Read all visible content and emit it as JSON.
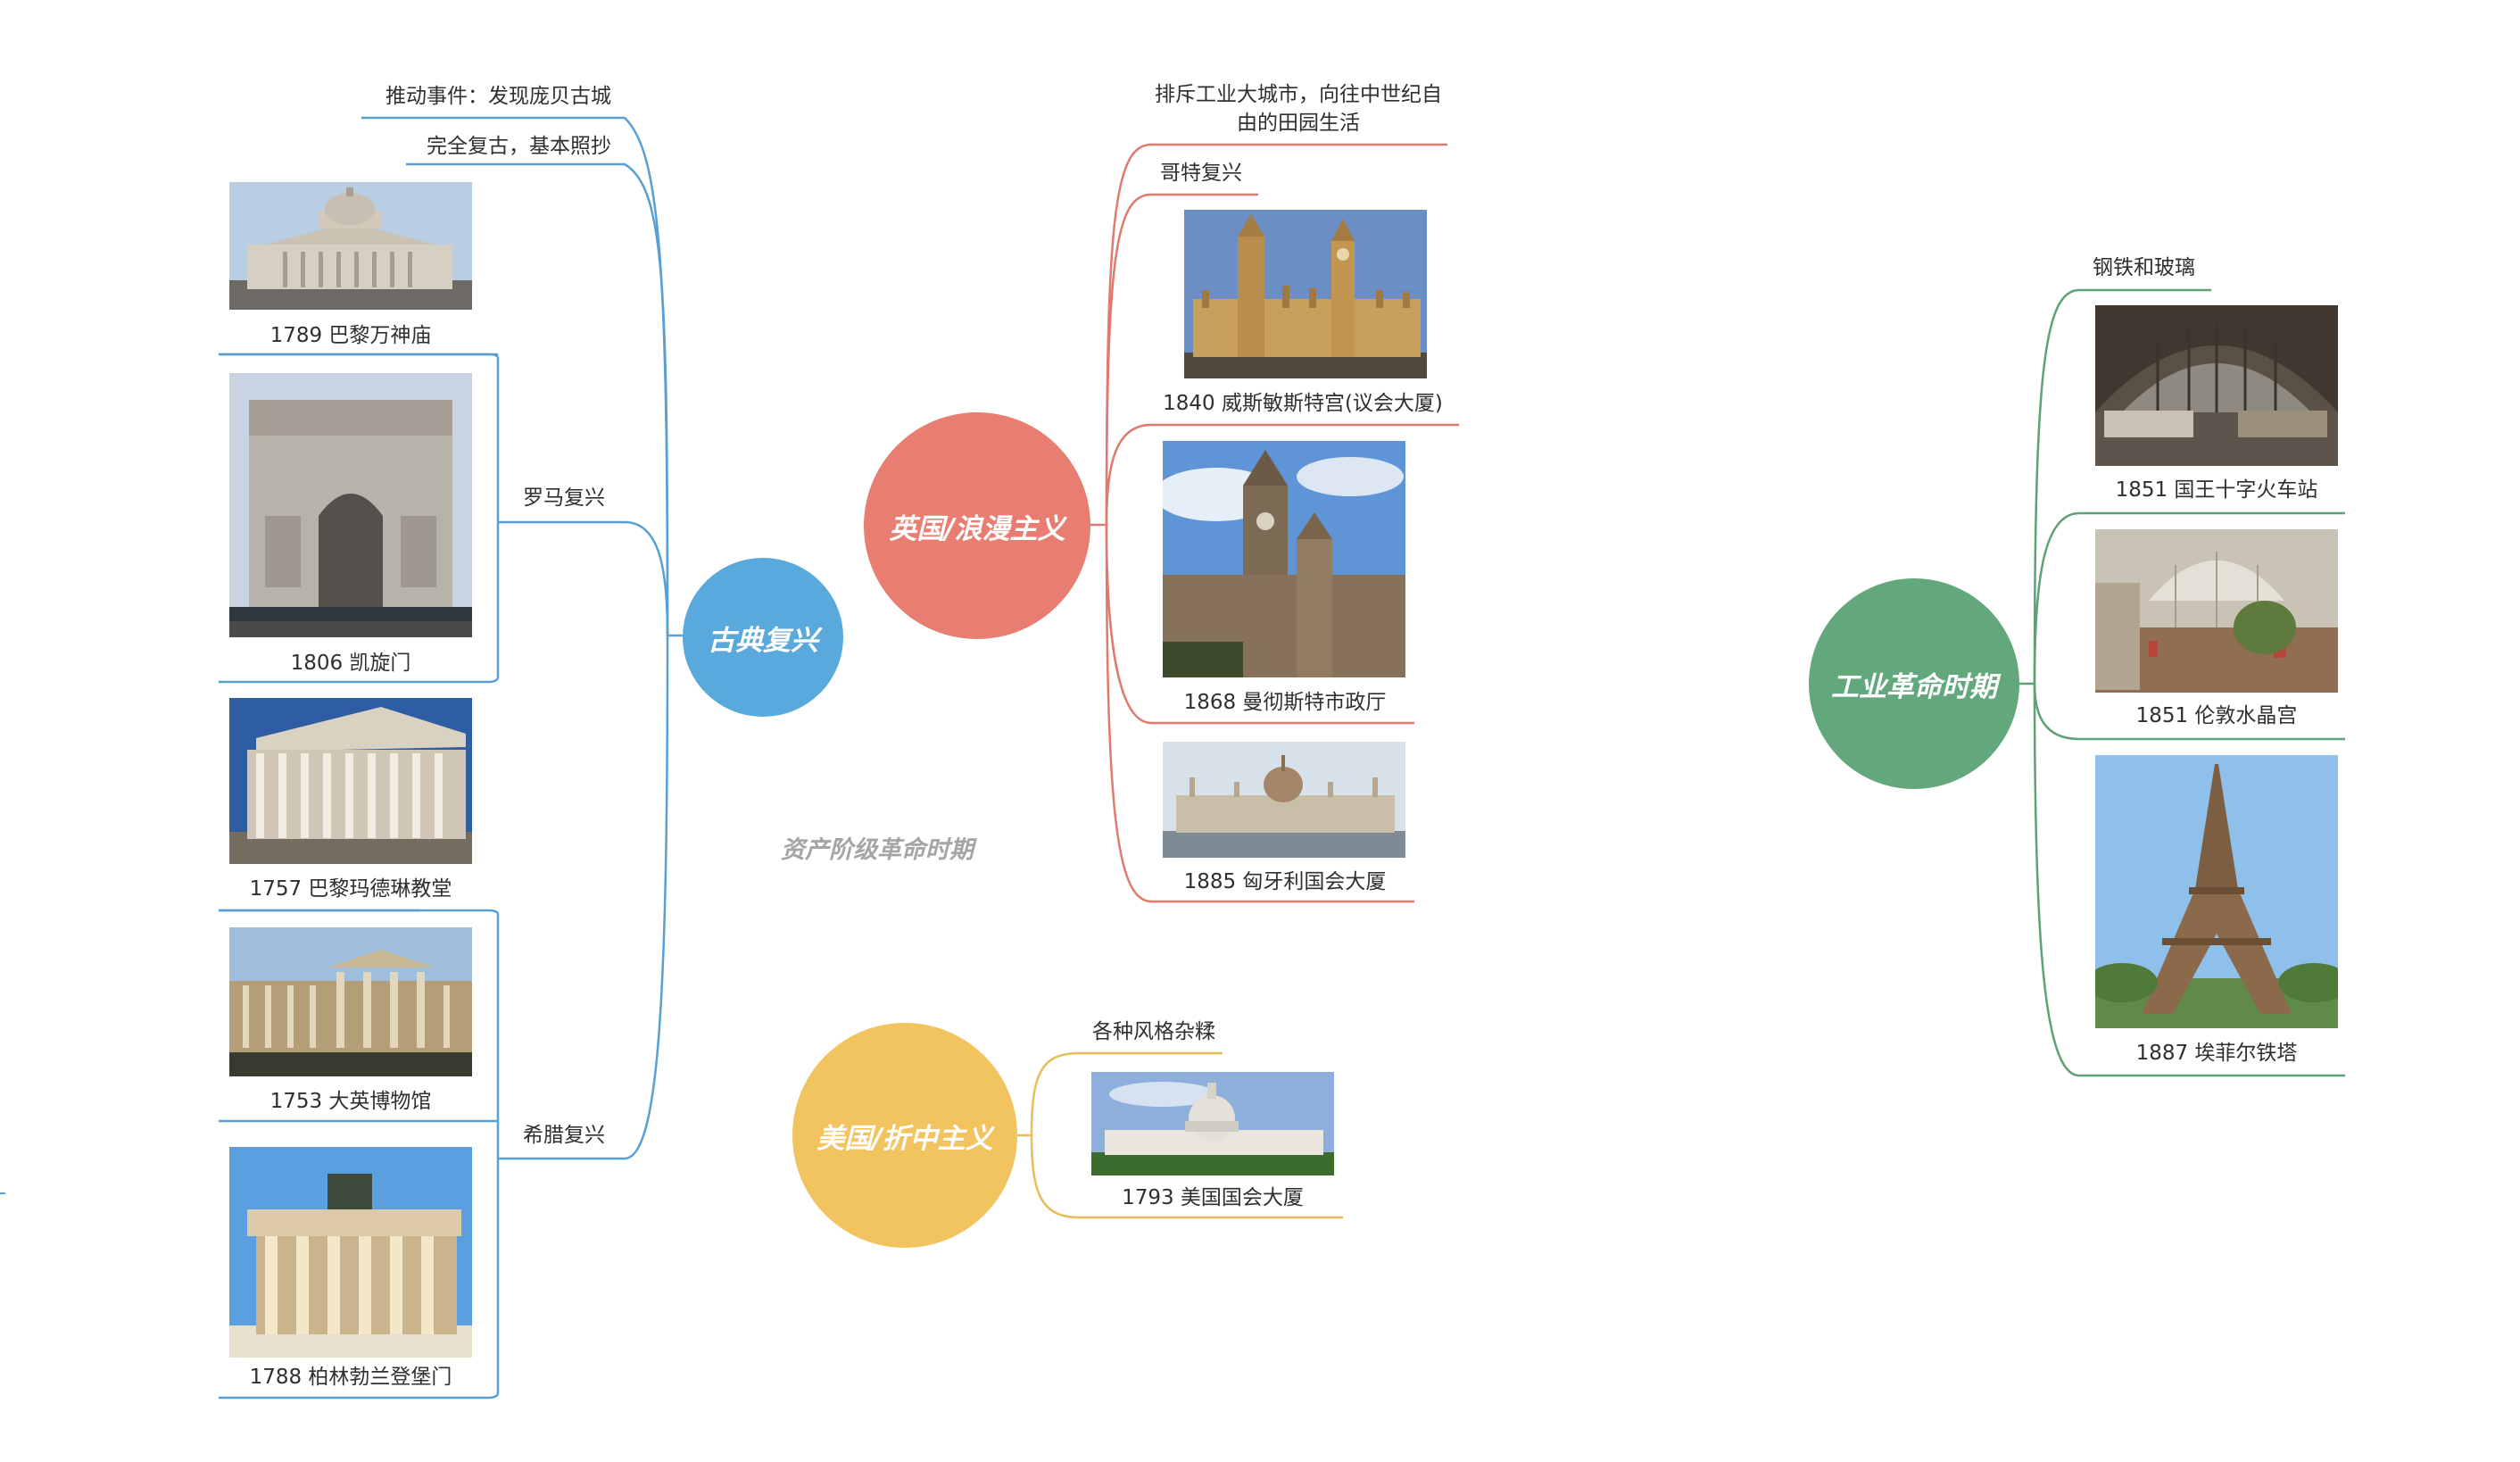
{
  "caption": "资产阶级革命时期",
  "colors": {
    "classical": "#5aa9dc",
    "britain": "#e87d72",
    "america": "#f2c45f",
    "industrial": "#63a87c",
    "line_classical": "#5a9fd4",
    "line_britain": "#e07a6f",
    "line_america": "#e7bd58",
    "line_industrial": "#5fa177"
  },
  "classical": {
    "title": "古典复兴",
    "pompeii": "推动事件：发现庞贝古城",
    "copy": "完全复古，基本照抄",
    "rome_label": "罗马复兴",
    "greek_label": "希腊复兴",
    "pantheon": "1789 巴黎万神庙",
    "arc": "1806 凯旋门",
    "madeleine": "1757 巴黎玛德琳教堂",
    "british_museum": "1753 大英博物馆",
    "brandenburg": "1788 柏林勃兰登堡门"
  },
  "britain": {
    "title": "英国/浪漫主义",
    "reject": "排斥工业大城市，向往中世纪自由的田园生活",
    "gothic": "哥特复兴",
    "westminster": "1840 威斯敏斯特宫(议会大厦)",
    "manchester": "1868 曼彻斯特市政厅",
    "hungary": "1885 匈牙利国会大厦"
  },
  "america": {
    "title": "美国/折中主义",
    "mix": "各种风格杂糅",
    "capitol": "1793 美国国会大厦"
  },
  "industrial": {
    "title": "工业革命时期",
    "steel": "钢铁和玻璃",
    "kings_cross": "1851 国王十字火车站",
    "crystal": "1851 伦敦水晶宫",
    "eiffel": "1887 埃菲尔铁塔"
  }
}
